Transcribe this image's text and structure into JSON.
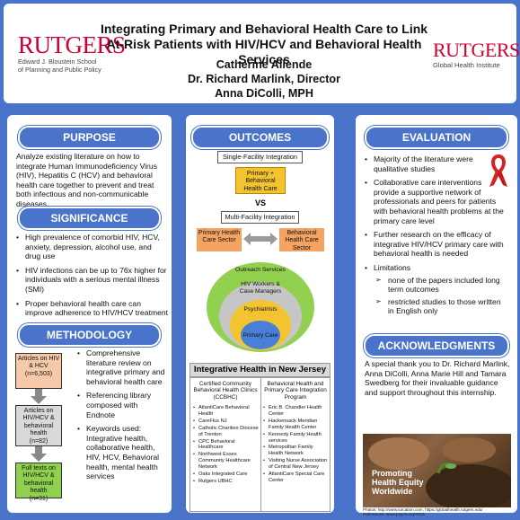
{
  "header": {
    "title": "Integrating Primary and Behavioral Health Care to Link At-Risk Patients with HIV/HCV and Behavioral Health Services",
    "authors": [
      "Catherine Allende",
      "Dr. Richard Marlink, Director",
      "Anna DiColli, MPH"
    ],
    "logo_left": {
      "wordmark": "RUTGERS",
      "line1": "Edward J. Bloustein School",
      "line2": "of Planning and Public Policy"
    },
    "logo_right": {
      "wordmark": "RUTGERS",
      "sub": "Global Health Institute"
    }
  },
  "purpose": {
    "heading": "PURPOSE",
    "text": "Analyze existing literature on how to integrate Human Immunodeficiency Virus (HIV), Hepatitis C (HCV) and behavioral health care together to prevent and treat both infectious and non-communicable diseases"
  },
  "significance": {
    "heading": "SIGNIFICANCE",
    "bullets": [
      "High prevalence of comorbid HIV, HCV, anxiety, depression, alcohol use, and drug use",
      "HIV infections can be up to 76x higher for individuals with a serious mental illness (SMI)",
      "Proper behavioral health care can improve adherence to HIV/HCV treatment"
    ]
  },
  "methodology": {
    "heading": "METHODOLOGY",
    "boxes": [
      {
        "line1": "Articles on HIV",
        "line2": "& HCV",
        "count": "(n=6,503)"
      },
      {
        "line1": "Articles on HIV/HCV &",
        "line2": "behavioral health",
        "count": "(n=82)"
      },
      {
        "line1": "Full texts on HIV/HCV &",
        "line2": "behavioral health",
        "count": "(n=31)"
      }
    ],
    "bullets": [
      "Comprehensive literature review on integrative primary and behavioral health care",
      "Referencing library composed with Endnote",
      "Keywords used: Integrative health, collaborative health, HIV, HCV, Behavioral health, mental health services"
    ],
    "colors": {
      "box1": "#f6c9a8",
      "box2": "#d9d9d9",
      "box3": "#8fd14f"
    }
  },
  "outcomes": {
    "heading": "OUTCOMES",
    "single_label": "Single-Facility Integration",
    "single_box": "Primary + Behavioral Health Care",
    "vs": "VS",
    "multi_label": "Multi-Facility Integration",
    "left_box": "Primary Health Care Sector",
    "right_box": "Behavioral Health Care Sector",
    "rings": [
      "Outreach Services",
      "HIV Workers & Case Managers",
      "Psychiatrists",
      "Primary Care"
    ],
    "colors": {
      "outer": "#92d050",
      "second": "#c6c6c6",
      "third": "#f4c430",
      "inner": "#4a7fd8",
      "sector": "#f4a460"
    }
  },
  "nj": {
    "heading": "Integrative Health in New Jersey",
    "left_head": "Certified Community Behavioral Health Clinics (CCBHC)",
    "right_head": "Behavioral Health and Primary Care Integration Program",
    "left_items": [
      "AtlantiCare Behavioral Health",
      "CareFlus NJ",
      "Catholic Charities Diocese of Trenton",
      "CPC Behavioral Healthcare",
      "Northwest Essex Community Healthcare Network",
      "Oaks Integrated Care",
      "Rutgers UBHC"
    ],
    "right_items": [
      "Eric B. Chandler Health Center",
      "Hackensack Meridian Family Health Center",
      "Kennedy Family Health services",
      "Metropolitan Family Health Network",
      "Visiting Nurse Association of Central New Jersey",
      "AtlantiCare Special Care Center"
    ]
  },
  "evaluation": {
    "heading": "EVALUATION",
    "bullets": [
      "Majority of the literature were qualitative studies",
      "Collaborative care interventions provide a supportive network of professionals and peers for patients with behavioral health problems at the primary care level",
      "Further research on the efficacy of integrative HIV/HCV primary care with behavioral health is needed",
      "Limitations"
    ],
    "limitations": [
      "none of the papers included long term outcomes",
      "restricted studies to those written in English only"
    ]
  },
  "acknowledgments": {
    "heading": "ACKNOWLEDGMENTS",
    "text": "A special thank you to Dr. Richard Marlink, Anna DiColli, Anna Marie Hill and Tamara Swedberg for their invaluable guidance and support throughout this internship.",
    "photo_caption_1": "Promoting",
    "photo_caption_2": "Health Equity",
    "photo_caption_3": "Worldwide",
    "photos_credit": "Photos: http://www.iurcation.com, https://globalhealth.rutgers.edu/",
    "references": "References: www.psych.org/AIDS"
  },
  "colors": {
    "background": "#4a74c9",
    "brand_red": "#cc0033",
    "ribbon": "#d62424"
  }
}
